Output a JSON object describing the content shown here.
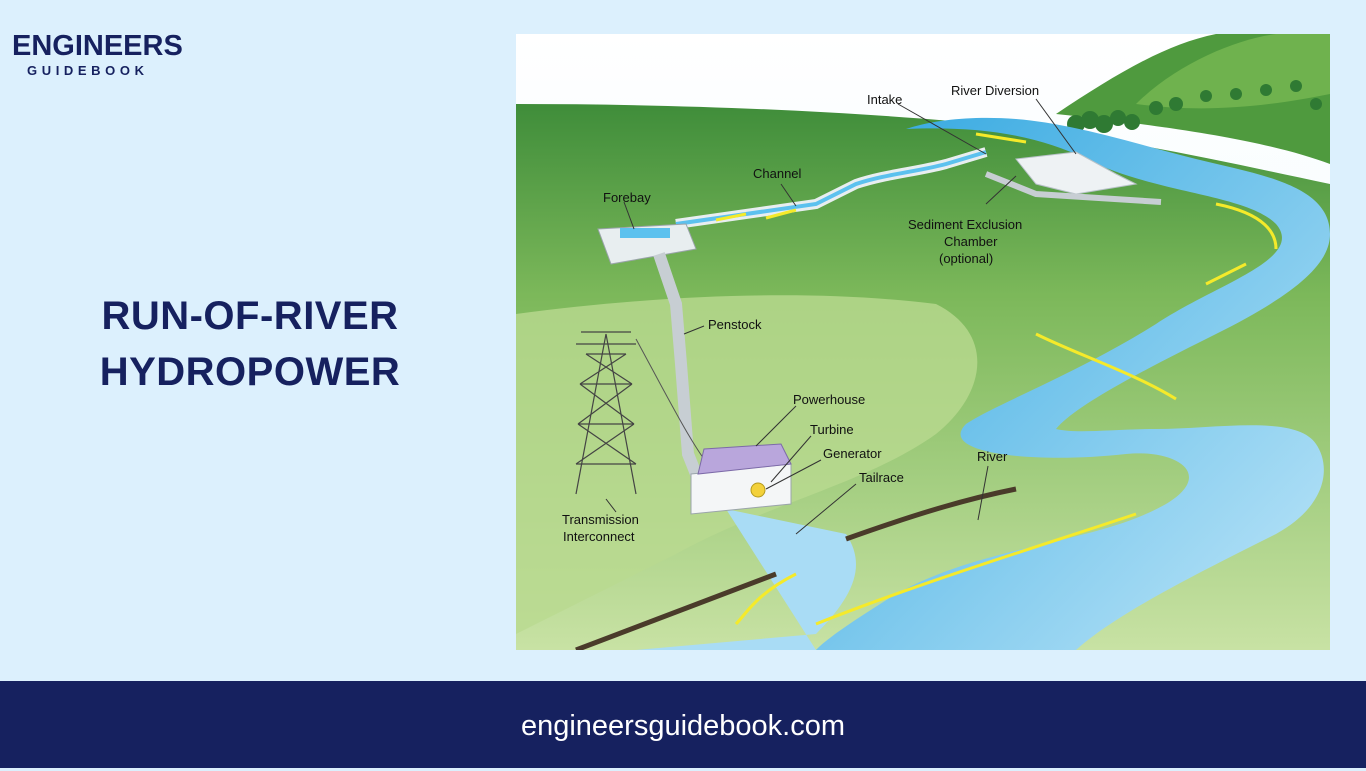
{
  "brand": {
    "name": "ENGINEERS",
    "sub": "GUIDEBOOK"
  },
  "title": {
    "line1": "RUN-OF-RIVER",
    "line2": "HYDROPOWER"
  },
  "footer": {
    "url": "engineersguidebook.com"
  },
  "diagram": {
    "labels": {
      "intake": "Intake",
      "river_diversion": "River Diversion",
      "channel": "Channel",
      "forebay": "Forebay",
      "sediment_line1": "Sediment Exclusion",
      "sediment_line2": "Chamber",
      "sediment_line3": "(optional)",
      "penstock": "Penstock",
      "powerhouse": "Powerhouse",
      "turbine": "Turbine",
      "generator": "Generator",
      "tailrace": "Tailrace",
      "river": "River",
      "transmission_line1": "Transmission",
      "transmission_line2": "Interconnect"
    },
    "colors": {
      "water": "#5cc1ee",
      "land": "#8ec268",
      "roof": "#b9a6dc",
      "flow_arrow": "#f5ea2a"
    }
  }
}
